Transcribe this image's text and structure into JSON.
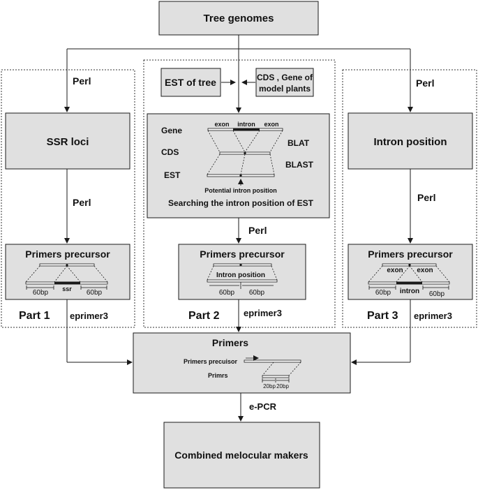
{
  "top": {
    "title": "Tree genomes"
  },
  "part1": {
    "perl_top": "Perl",
    "box_label": "SSR loci",
    "perl_mid": "Perl",
    "primers_title": "Primers precursor",
    "left_bp": "60bp",
    "mid_label": "ssr",
    "right_bp": "60bp",
    "part_label": "Part 1",
    "eprimer": "eprimer3"
  },
  "part2": {
    "est_box": "EST of tree",
    "cds_box_line1": "CDS , Gene of",
    "cds_box_line2": "model plants",
    "gene_label": "Gene",
    "cds_label": "CDS",
    "est_label": "EST",
    "exon_left": "exon",
    "intron": "intron",
    "exon_right": "exon",
    "blat": "BLAT",
    "blast": "BLAST",
    "potential": "Potential intron position",
    "searching": "Searching the intron position of EST",
    "perl": "Perl",
    "primers_title": "Primers precursor",
    "intron_position": "Intron position",
    "left_bp": "60bp",
    "right_bp": "60bp",
    "part_label": "Part 2",
    "eprimer": "eprimer3"
  },
  "part3": {
    "perl_top": "Perl",
    "box_label": "Intron position",
    "perl_mid": "Perl",
    "primers_title": "Primers precursor",
    "exon_left": "exon",
    "exon_right": "exon",
    "left_bp": "60bp",
    "mid_label": "intron",
    "right_bp": "60bp",
    "part_label": "Part 3",
    "eprimer": "eprimer3"
  },
  "primers": {
    "title": "Primers",
    "precursor_label": "Primers precuisor",
    "primrs_label": "Primrs",
    "left_bp": "20bp",
    "right_bp": "20bp"
  },
  "epcr": "e-PCR",
  "final": {
    "title": "Combined melocular makers"
  },
  "colors": {
    "box_fill": "#e0e0e0",
    "stroke": "#1a1a1a"
  }
}
